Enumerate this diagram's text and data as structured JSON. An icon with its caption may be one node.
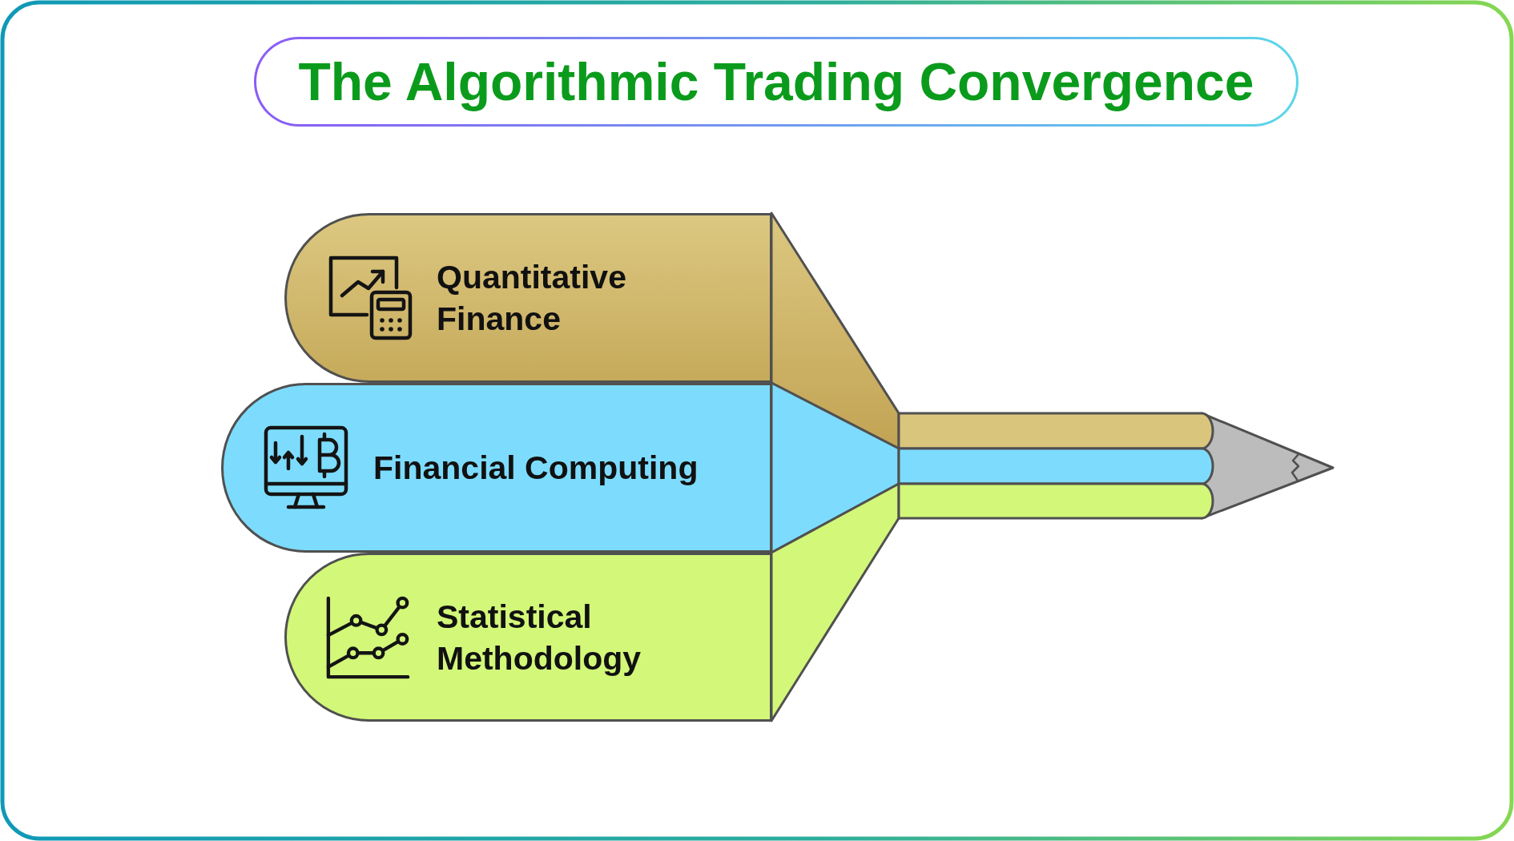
{
  "diagram": {
    "title": "The Algorithmic Trading Convergence",
    "nodes": [
      {
        "text": [
          "Quantitative Finance"
        ]
      },
      {
        "text": [
          "Financial Computing"
        ]
      },
      {
        "text": [
          "Statistical Methodology"
        ]
      }
    ]
  }
}
